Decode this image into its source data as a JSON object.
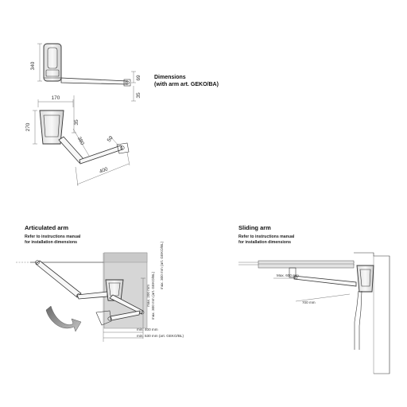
{
  "top": {
    "title_line1": "Dimensions",
    "title_line2": "(with arm art. GEKO/BA)",
    "dims": {
      "height_340": "340",
      "offset_69": "69",
      "offset_35": "35",
      "width_170": "170",
      "height_270": "270",
      "len_35": "35",
      "len_380": "380",
      "len_50": "50",
      "len_400": "400"
    }
  },
  "articulated": {
    "title": "Articulated arm",
    "note_line1": "Refer to instructions manual",
    "note_line2": "for installation dimensions",
    "max200": "max. 200 mm",
    "max300": "max. 300 mm (art. GEKO/BL)",
    "min400": "min. 400 mm",
    "min530": "min. 530 mm (art. GEKO/BL)"
  },
  "sliding": {
    "title": "Sliding arm",
    "note_line1": "Refer to instructions manual",
    "note_line2": "for installation dimensions",
    "max600": "Max. 600 mm",
    "len700": "700 mm"
  }
}
